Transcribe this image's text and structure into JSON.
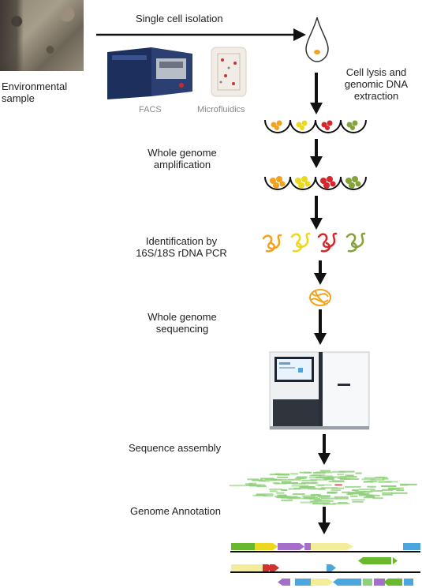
{
  "sample": {
    "label_line1": "Environmental",
    "label_line2": "sample"
  },
  "isolation": {
    "label": "Single cell isolation",
    "facs_label": "FACS",
    "microfluidics_label": "Microfluidics"
  },
  "steps": {
    "lysis_line1": "Cell lysis and",
    "lysis_line2": "genomic DNA",
    "lysis_line3": "extraction",
    "wga_line1": "Whole genome",
    "wga_line2": "amplification",
    "id_line1": "Identification by",
    "id_line2": "16S/18S rDNA PCR",
    "wgs_line1": "Whole genome",
    "wgs_line2": "sequencing",
    "assembly": "Sequence assembly",
    "annotation": "Genome Annotation"
  },
  "colors": {
    "arrow": "#111111",
    "orange": "#f2a21c",
    "yellow": "#ecd81f",
    "red": "#d7272b",
    "olive": "#86a33a",
    "contig_green": "#8fd07a",
    "gene_green": "#6ab82e",
    "gene_purple": "#a56fc9",
    "gene_yellow": "#f3ec9a",
    "gene_blue": "#4aa6dc",
    "gene_red": "#d33030"
  }
}
